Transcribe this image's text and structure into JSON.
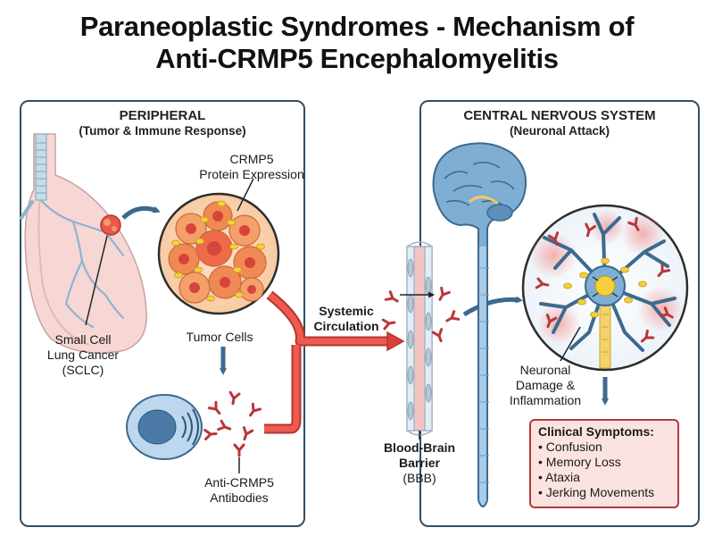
{
  "title": {
    "line1": "Paraneoplastic Syndromes - Mechanism of",
    "line2": "Anti-CRMP5 Encephalomyelitis"
  },
  "peripheral": {
    "heading": "PERIPHERAL",
    "subheading": "(Tumor & Immune Response)",
    "protein_label_1": "CRMP5",
    "protein_label_2": "Protein Expression",
    "sclc_label_1": "Small Cell",
    "sclc_label_2": "Lung Cancer",
    "sclc_label_3": "(SCLC)",
    "tumor_cells_label": "Tumor Cells",
    "antibodies_label_1": "Anti-CRMP5",
    "antibodies_label_2": "Antibodies"
  },
  "circulation": {
    "label_1": "Systemic",
    "label_2": "Circulation"
  },
  "bbb": {
    "label_1": "Blood-Brain",
    "label_2": "Barrier",
    "label_3": "(BBB)"
  },
  "cns": {
    "heading": "CENTRAL NERVOUS SYSTEM",
    "subheading": "(Neuronal Attack)",
    "damage_label_1": "Neuronal",
    "damage_label_2": "Damage &",
    "damage_label_3": "Inflammation"
  },
  "symptoms": {
    "title": "Clinical Symptoms:",
    "items": [
      "• Confusion",
      "• Memory Loss",
      "• Ataxia",
      "• Jerking Movements"
    ]
  },
  "icons": [
    "lung-icon",
    "tumor-cell-cluster-icon",
    "b-cell-icon",
    "antibody-icon",
    "blood-vessel-icon",
    "brain-icon",
    "neuron-icon"
  ],
  "colors": {
    "panel_border": "#2f4f66",
    "arrow_blue": "#3c6a8f",
    "circulation_red": "#d9413b",
    "tumor_orange": "#f08a55",
    "antibody_red": "#b9373a",
    "symptom_box_fill": "#fbe3e1",
    "symptom_box_border": "#b03a3a"
  }
}
